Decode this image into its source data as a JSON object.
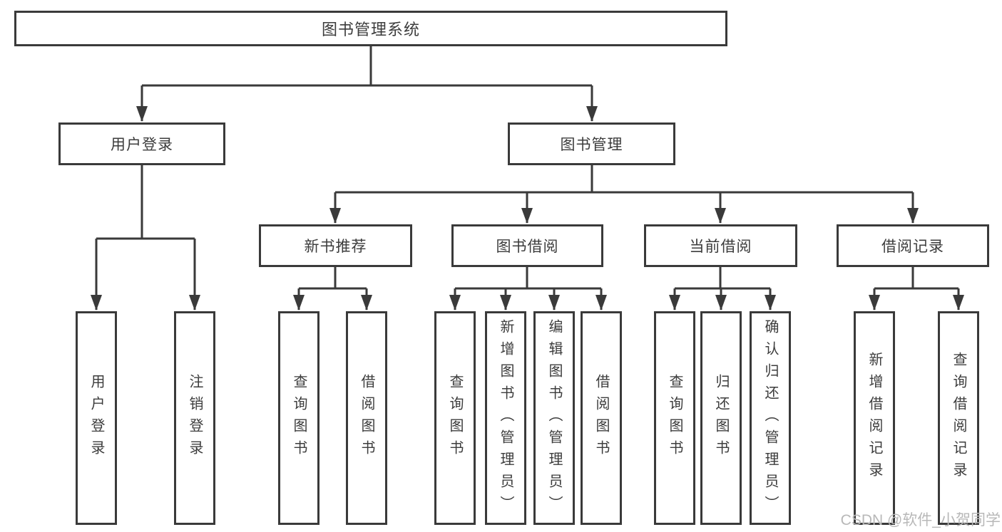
{
  "colors": {
    "line": "#3a3a3a",
    "text": "#3c3c3c",
    "box_bg": "#ffffff",
    "watermark": "#b8b8b8",
    "page_bg": "#ffffff"
  },
  "watermark": {
    "text": "CSDN @软件_小贺同学"
  },
  "tree": {
    "root": {
      "label": "图书管理系统",
      "children": [
        {
          "label": "用户登录",
          "children": [
            {
              "label": "用户登录"
            },
            {
              "label": "注销登录"
            }
          ]
        },
        {
          "label": "图书管理",
          "children": [
            {
              "label": "新书推荐",
              "children": [
                {
                  "label": "查询图书"
                },
                {
                  "label": "借阅图书"
                }
              ]
            },
            {
              "label": "图书借阅",
              "children": [
                {
                  "label": "查询图书"
                },
                {
                  "label": "新增图书（管理员）"
                },
                {
                  "label": "编辑图书（管理员）"
                },
                {
                  "label": "借阅图书"
                }
              ]
            },
            {
              "label": "当前借阅",
              "children": [
                {
                  "label": "查询图书"
                },
                {
                  "label": "归还图书"
                },
                {
                  "label": "确认归还（管理员）"
                }
              ]
            },
            {
              "label": "借阅记录",
              "children": [
                {
                  "label": "新增借阅记录"
                },
                {
                  "label": "查询借阅记录"
                }
              ]
            }
          ]
        }
      ]
    }
  }
}
